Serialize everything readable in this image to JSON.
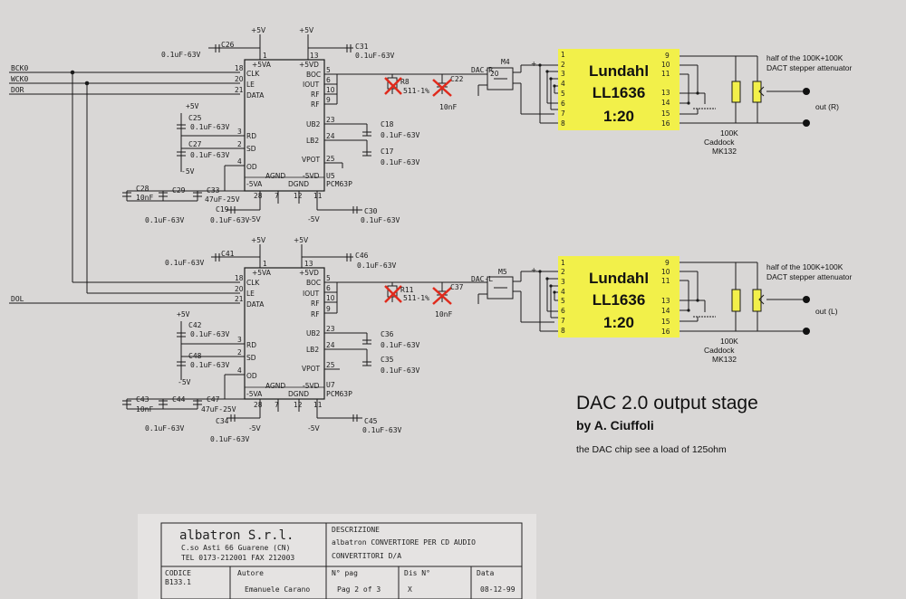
{
  "signals": {
    "bck": "BCK0",
    "wck": "WCK0",
    "dor": "DOR",
    "dol": "DOL",
    "dac_r": "DAC-R",
    "dac_l": "DAC-L"
  },
  "chips": [
    {
      "ref": "U5",
      "part": "PCM63P",
      "left_pins": [
        {
          "num": "18",
          "name": "CLK"
        },
        {
          "num": "20",
          "name": "LE"
        },
        {
          "num": "21",
          "name": "DATA"
        },
        {
          "num": "3",
          "name": "RD"
        },
        {
          "num": "2",
          "name": "SD"
        },
        {
          "num": "4",
          "name": "OD"
        }
      ],
      "right_pins": [
        {
          "num": "5",
          "name": "BOC"
        },
        {
          "num": "6",
          "name": "IOUT"
        },
        {
          "num": "10",
          "name": "RF"
        },
        {
          "num": "9",
          "name": "RF"
        },
        {
          "num": "23",
          "name": "UB2"
        },
        {
          "num": "24",
          "name": "LB2"
        },
        {
          "num": "25",
          "name": "VPOT"
        }
      ],
      "top_labels": [
        "+5VA",
        "+5VD"
      ],
      "top_pins": [
        "1",
        "13"
      ],
      "bottom_labels": [
        "-5VA",
        "AGND",
        "DGND",
        "-5VD"
      ],
      "bottom_pins": [
        "28",
        "7",
        "12",
        "11"
      ],
      "rails": {
        "p5_1": "+5V",
        "p5_2": "+5V",
        "m5_1": "-5V",
        "m5_2": "-5V"
      }
    },
    {
      "ref": "U7",
      "part": "PCM63P",
      "left_pins": [
        {
          "num": "18",
          "name": "CLK"
        },
        {
          "num": "20",
          "name": "LE"
        },
        {
          "num": "21",
          "name": "DATA"
        },
        {
          "num": "3",
          "name": "RD"
        },
        {
          "num": "2",
          "name": "SD"
        },
        {
          "num": "4",
          "name": "OD"
        }
      ],
      "right_pins": [
        {
          "num": "5",
          "name": "BOC"
        },
        {
          "num": "6",
          "name": "IOUT"
        },
        {
          "num": "10",
          "name": "RF"
        },
        {
          "num": "9",
          "name": "RF"
        },
        {
          "num": "23",
          "name": "UB2"
        },
        {
          "num": "24",
          "name": "LB2"
        },
        {
          "num": "25",
          "name": "VPOT"
        }
      ],
      "top_labels": [
        "+5VA",
        "+5VD"
      ],
      "top_pins": [
        "1",
        "13"
      ],
      "bottom_labels": [
        "-5VA",
        "AGND",
        "DGND",
        "-5VD"
      ],
      "bottom_pins": [
        "28",
        "7",
        "12",
        "11"
      ],
      "rails": {
        "p5_1": "+5V",
        "p5_2": "+5V",
        "m5_1": "-5V",
        "m5_2": "-5V"
      }
    }
  ],
  "caps_top": {
    "c26": "C26",
    "c26v": "0.1uF-63V",
    "c31": "C31",
    "c31v": "0.1uF-63V",
    "c25": "C25",
    "c25v": "0.1uF-63V",
    "c27": "C27",
    "c27v": "0.1uF-63V",
    "c28": "C28",
    "c28v": "10nF",
    "c29": "C29",
    "c29v": "0.1uF-63V",
    "c33": "C33",
    "c33v": "47uF-25V",
    "c19": "C19",
    "c19v": "0.1uF-63V",
    "c30": "C30",
    "c30v": "0.1uF-63V",
    "c18": "C18",
    "c18v": "0.1uF-63V",
    "c17": "C17",
    "c17v": "0.1uF-63V",
    "r8": "R8",
    "r8v": "511-1%",
    "c22": "C22",
    "c22v": "10nF",
    "m4": "M4",
    "p5a": "+5V",
    "m5a": "-5V",
    "m5b": "-5V",
    "m5c": "-5V"
  },
  "caps_bot": {
    "c41": "C41",
    "c41v": "0.1uF-63V",
    "c46": "C46",
    "c46v": "0.1uF-63V",
    "c42": "C42",
    "c42v": "0.1uF-63V",
    "c48": "C48",
    "c48v": "0.1uF-63V",
    "c43": "C43",
    "c43v": "10nF",
    "c44": "C44",
    "c44v": "0.1uF-63V",
    "c47": "C47",
    "c47v": "47uF-25V",
    "c34": "C34",
    "c34v": "0.1uF-63V",
    "c45": "C45",
    "c45v": "0.1uF-63V",
    "c36": "C36",
    "c36v": "0.1uF-63V",
    "c35": "C35",
    "c35v": "0.1uF-63V",
    "r11": "R11",
    "r11v": "511-1%",
    "c37": "C37",
    "c37v": "10nF",
    "m5": "M5",
    "p5a": "+5V",
    "m5a": "-5V",
    "m5b": "-5V",
    "m5c": "-5V"
  },
  "transformers": [
    {
      "name": "Lundahl",
      "model": "LL1636",
      "ratio": "1:20",
      "left_pins": [
        "1",
        "2",
        "3",
        "4",
        "5",
        "6",
        "7",
        "8"
      ],
      "right_pins": [
        "9",
        "10",
        "11",
        "13",
        "14",
        "15",
        "16"
      ],
      "note_line1": "half of the 100K+100K",
      "note_line2": "DACT stepper attenuator",
      "res_value": "100K",
      "res_brand": "Caddock",
      "res_model": "MK132",
      "out_label": "out (R)"
    },
    {
      "name": "Lundahl",
      "model": "LL1636",
      "ratio": "1:20",
      "left_pins": [
        "1",
        "2",
        "3",
        "4",
        "5",
        "6",
        "7",
        "8"
      ],
      "right_pins": [
        "9",
        "10",
        "11",
        "13",
        "14",
        "15",
        "16"
      ],
      "note_line1": "half of the 100K+100K",
      "note_line2": "DACT stepper attenuator",
      "res_value": "100K",
      "res_brand": "Caddock",
      "res_model": "MK132",
      "out_label": "out (L)"
    }
  ],
  "title": {
    "main": "DAC 2.0 output stage",
    "author": "by A. Ciuffoli",
    "note": "the DAC chip see a load of 125ohm"
  },
  "titleblock": {
    "company": "albatron  S.r.l.",
    "address": "C.so Asti 66  Guarene  (CN)",
    "tel": "TEL  0173-212001  FAX  212003",
    "descr_label": "DESCRIZIONE",
    "descr1": "albatron  CONVERTIORE PER CD AUDIO",
    "descr2": "CONVERTITORI D/A",
    "codice_label": "CODICE",
    "codice": "B133.1",
    "autore_label": "Autore",
    "autore": "Emanuele Carano",
    "npag_label": "N° pag",
    "npag": "Pag 2 of 3",
    "dis_label": "Dis N°",
    "dis": "X",
    "data_label": "Data",
    "data": "08-12-99"
  },
  "colors": {
    "paper": "#d9d7d6",
    "ink": "#1a1a1a",
    "transformer": "#f2f04a",
    "cross": "#e02a1c"
  }
}
